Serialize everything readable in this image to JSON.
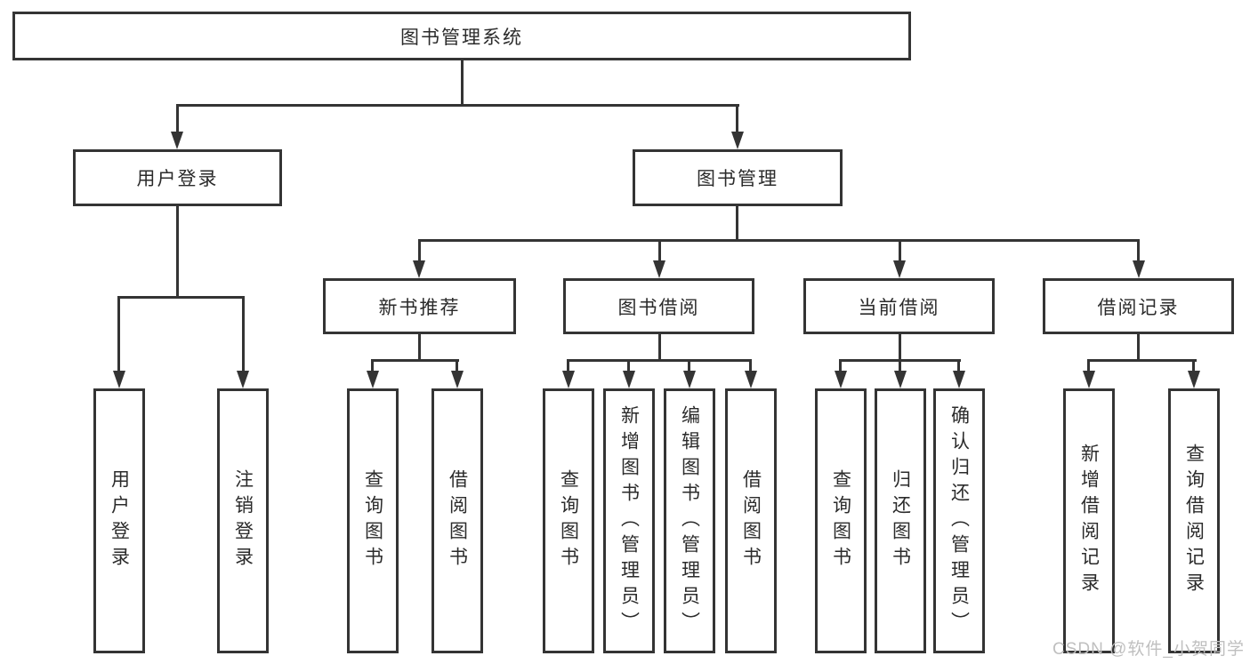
{
  "tree": {
    "root": {
      "label": "图书管理系统"
    },
    "branches": [
      {
        "label": "用户登录",
        "children": [
          {
            "label": "用户登录"
          },
          {
            "label": "注销登录"
          }
        ]
      },
      {
        "label": "图书管理",
        "children": [
          {
            "label": "新书推荐",
            "children": [
              {
                "label": "查询图书"
              },
              {
                "label": "借阅图书"
              }
            ]
          },
          {
            "label": "图书借阅",
            "children": [
              {
                "label": "查询图书"
              },
              {
                "label": "新增图书（管理员）"
              },
              {
                "label": "编辑图书（管理员）"
              },
              {
                "label": "借阅图书"
              }
            ]
          },
          {
            "label": "当前借阅",
            "children": [
              {
                "label": "查询图书"
              },
              {
                "label": "归还图书"
              },
              {
                "label": "确认归还（管理员）"
              }
            ]
          },
          {
            "label": "借阅记录",
            "children": [
              {
                "label": "新增借阅记录"
              },
              {
                "label": "查询借阅记录"
              }
            ]
          }
        ]
      }
    ]
  },
  "watermark": {
    "text": "CSDN @软件_小贺同学"
  },
  "colors": {
    "line": "#343434",
    "text": "#2b2b2b",
    "watermark": "#bfbfbf",
    "background": "#ffffff"
  }
}
